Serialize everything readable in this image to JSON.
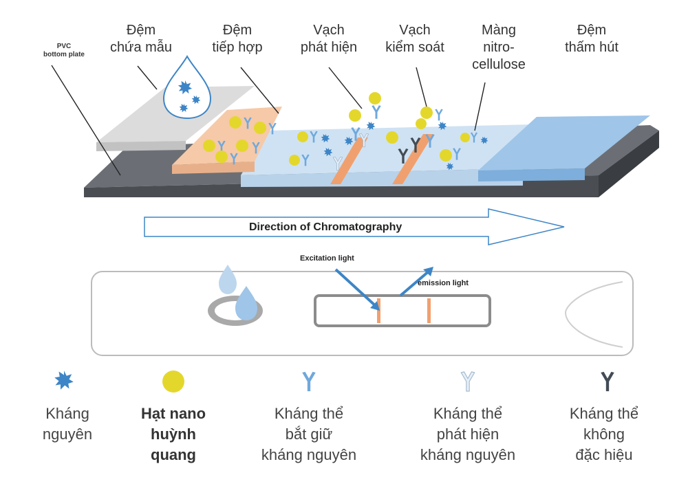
{
  "colors": {
    "sample_pad": "#d9d9d9",
    "conjugate_pad": "#f6c9a8",
    "membrane": "#cfe2f3",
    "absorbent_pad": "#9fc5e8",
    "backing": "#5f6368",
    "line": "#f0a06e",
    "nanoparticle": "#e4d72c",
    "antigen": "#3d85c6",
    "capture_antibody": "#6fa8dc",
    "detection_antibody": "#cfe2f3",
    "nonspecific_antibody": "#434b55",
    "arrow": "#3d85c6"
  },
  "top_labels": {
    "sample_pad": "Đệm\nchứa mẫu",
    "conjugate_pad": "Đệm\ntiếp hợp",
    "test_line": "Vạch\nphát hiện",
    "control_line": "Vạch\nkiểm soát",
    "membrane": "Màng\nnitro-\ncellulose",
    "absorbent_pad": "Đệm\nthấm hút"
  },
  "pvc_label": "PVC\nbottom plate",
  "direction_label": "Direction of Chromatography",
  "excitation_label": "Excitation light",
  "emission_label": "emission light",
  "legend": [
    {
      "icon": "antigen-icon",
      "label": "Kháng\nnguyên",
      "bold": false
    },
    {
      "icon": "nanoparticle-icon",
      "label": "Hạt nano\nhuỳnh\nquang",
      "bold": true
    },
    {
      "icon": "capture-antibody-icon",
      "label": "Kháng thể\nbắt giữ\nkháng nguyên",
      "bold": false
    },
    {
      "icon": "detection-antibody-icon",
      "label": "Kháng thể\nphát hiện\nkháng nguyên",
      "bold": false
    },
    {
      "icon": "nonspecific-antibody-icon",
      "label": "Kháng thể\nkhông\nđặc hiệu",
      "bold": false
    }
  ]
}
